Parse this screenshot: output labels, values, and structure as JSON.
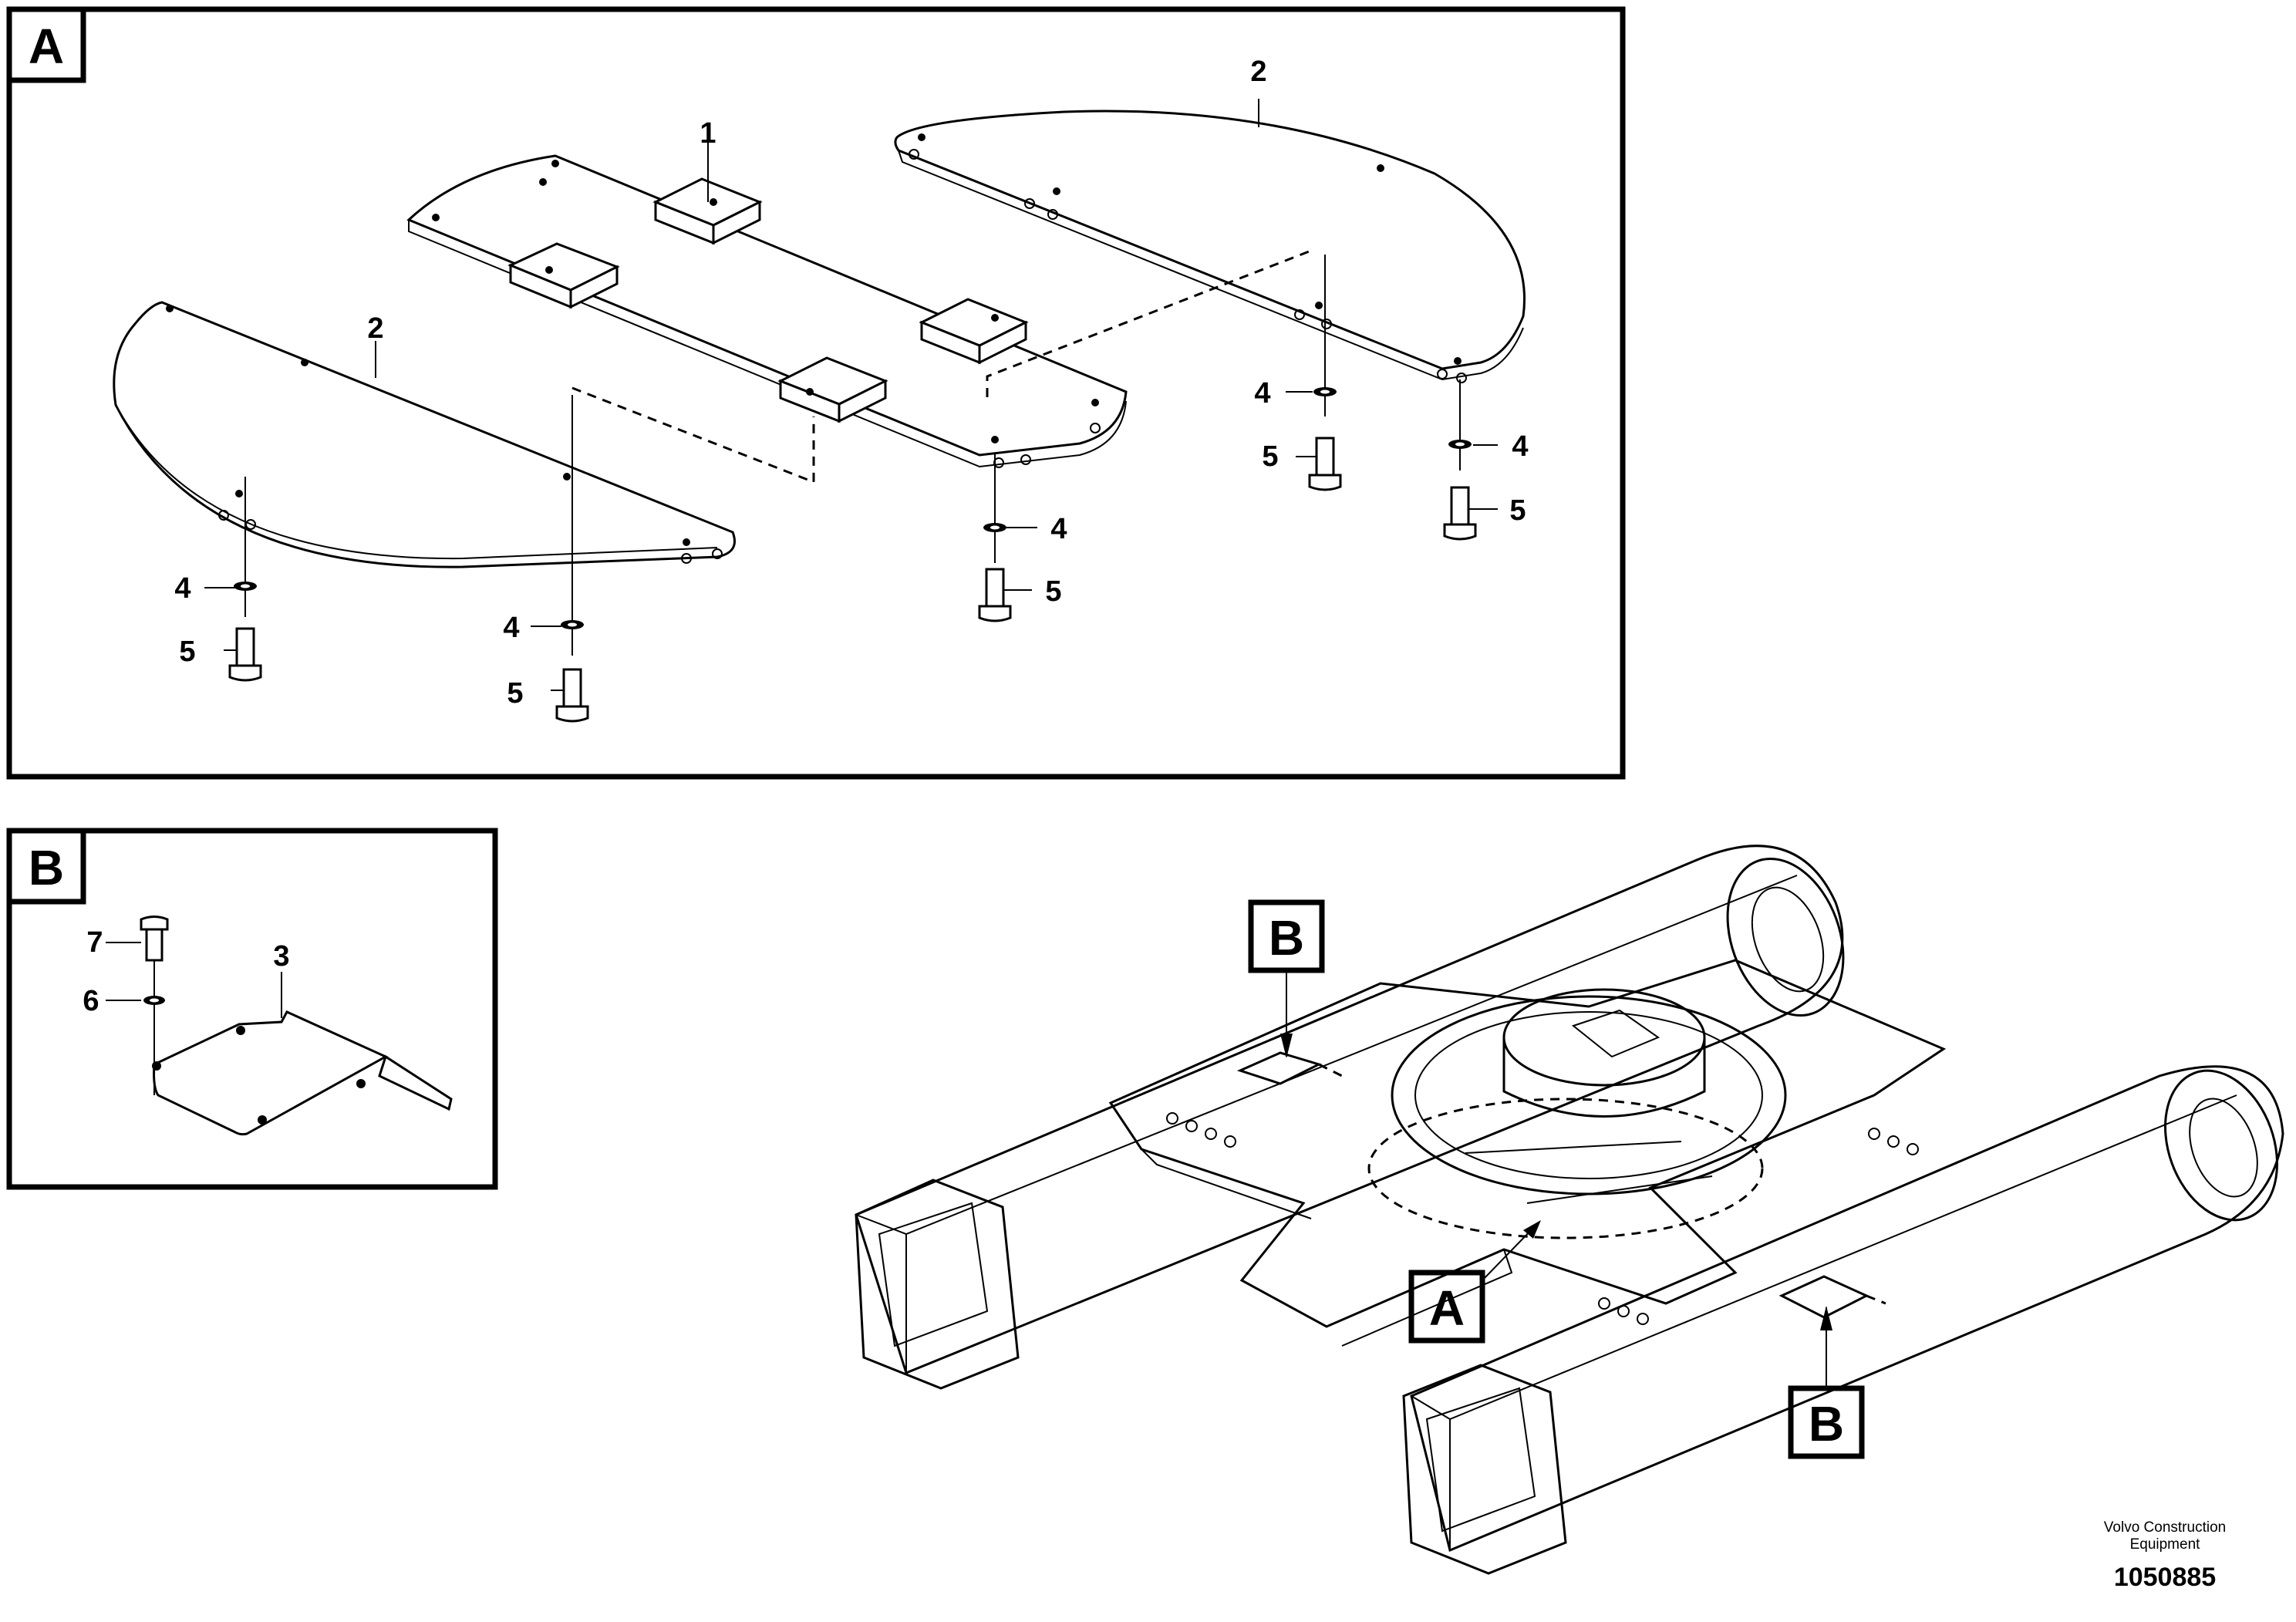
{
  "detail_a": {
    "label": "A",
    "callouts": {
      "part_1": "1",
      "part_2_left": "2",
      "part_2_right": "2",
      "washer_4_a": "4",
      "washer_4_b": "4",
      "washer_4_c": "4",
      "washer_4_d": "4",
      "washer_4_e": "4",
      "bolt_5_a": "5",
      "bolt_5_b": "5",
      "bolt_5_c": "5",
      "bolt_5_d": "5",
      "bolt_5_e": "5"
    }
  },
  "detail_b": {
    "label": "B",
    "callouts": {
      "part_3": "3",
      "washer_6": "6",
      "bolt_7": "7"
    }
  },
  "overview": {
    "marker_a": "A",
    "marker_b_top": "B",
    "marker_b_bottom": "B"
  },
  "footer": {
    "brand_line1": "Volvo Construction",
    "brand_line2": "Equipment",
    "drawing_number": "1050885"
  }
}
